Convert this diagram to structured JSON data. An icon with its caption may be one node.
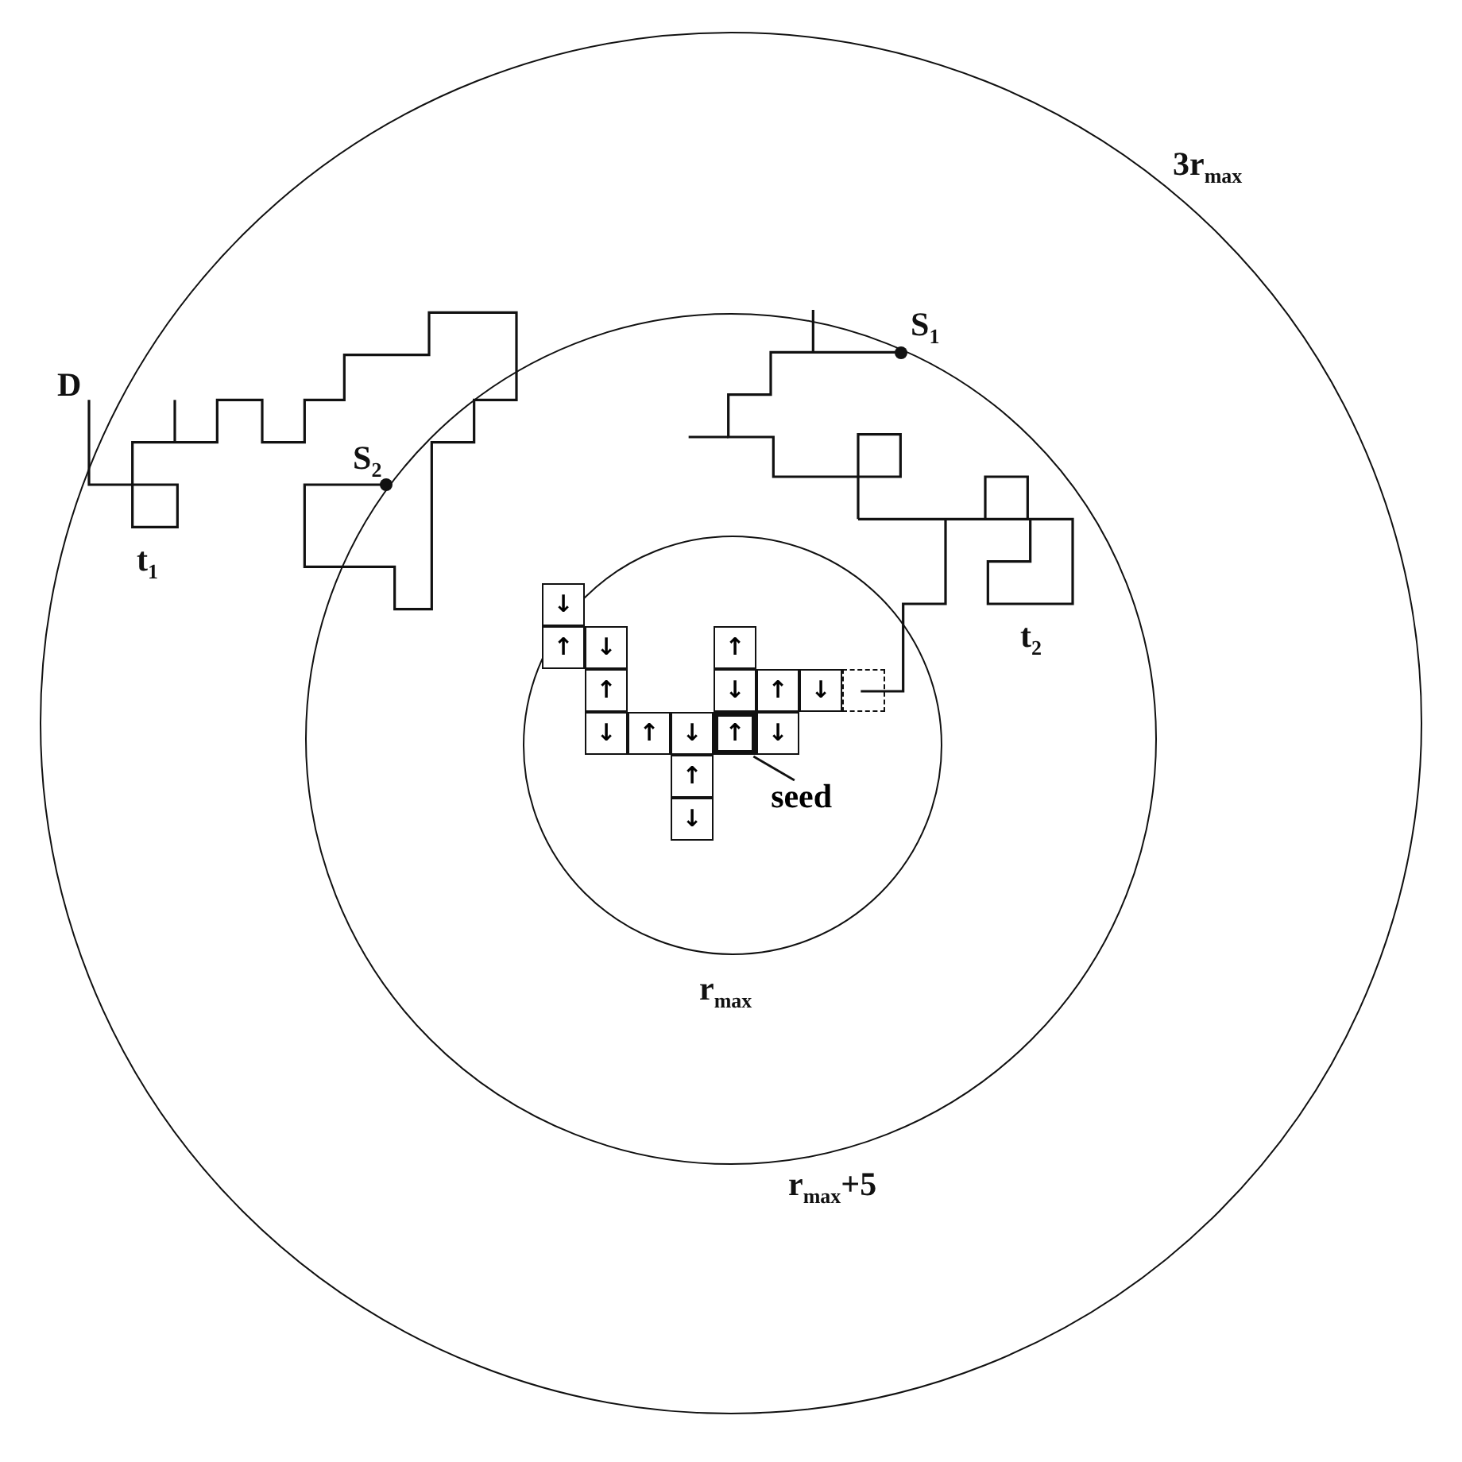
{
  "diagram": {
    "nodes": [
      {
        "text": [],
        "shape": "circle",
        "beside": [
          "3r$_{max}$"
        ]
      },
      {
        "text": [],
        "shape": "circle",
        "in": 0,
        "beside": [
          "r$_{max}$+5"
        ]
      },
      {
        "text": [],
        "shape": "circle",
        "in": 1,
        "beside": [
          "r$_{max}$"
        ]
      },
      {
        "text": [
          "↓"
        ],
        "in": 2
      },
      {
        "text": [
          "↑"
        ],
        "in": 2
      },
      {
        "text": [
          "↓"
        ],
        "in": 2
      },
      {
        "text": [
          "↑"
        ],
        "in": 2
      },
      {
        "text": [
          "↑"
        ],
        "in": 2
      },
      {
        "text": [
          "↓"
        ],
        "in": 2
      },
      {
        "text": [
          "↑"
        ],
        "in": 2
      },
      {
        "text": [
          "↓"
        ],
        "in": 2
      },
      {
        "text": [],
        "shape": "box",
        "in": 2
      },
      {
        "text": [
          "↓"
        ],
        "in": 2
      },
      {
        "text": [
          "↑"
        ],
        "in": 2
      },
      {
        "text": [
          "↓"
        ],
        "in": 2
      },
      {
        "text": [
          "↑"
        ],
        "in": 2
      },
      {
        "text": [
          "↓"
        ],
        "in": 2
      },
      {
        "text": [
          "↑"
        ],
        "in": 2
      },
      {
        "text": [
          "↓"
        ],
        "in": 2
      },
      {
        "text": [
          "seed"
        ],
        "in": 2
      }
    ],
    "edges": [
      {
        "from": 19,
        "to": 15,
        "arrow": "none"
      }
    ],
    "labels": [
      "S$_{1}$",
      "D",
      "S$_{2}$",
      "t$_{1}$",
      "t$_{2}$"
    ]
  }
}
